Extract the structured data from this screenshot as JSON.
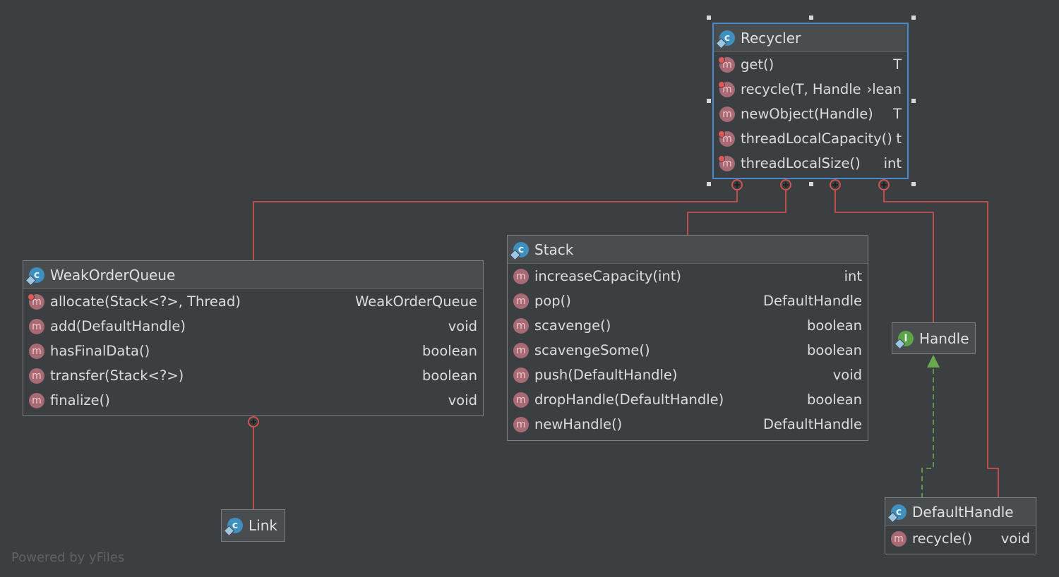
{
  "nodes": {
    "recycler": {
      "name": "Recycler",
      "icon": "class-icon",
      "methods": [
        {
          "sig": "get()",
          "ret": "T"
        },
        {
          "sig": "recycle(T, Handle)",
          "ret": "›lean"
        },
        {
          "sig": "newObject(Handle)",
          "ret": "T"
        },
        {
          "sig": "threadLocalCapacity()",
          "ret": "t"
        },
        {
          "sig": "threadLocalSize()",
          "ret": "int"
        }
      ]
    },
    "weakorderqueue": {
      "name": "WeakOrderQueue",
      "icon": "class-icon",
      "methods": [
        {
          "sig": "allocate(Stack<?>, Thread)",
          "ret": "WeakOrderQueue"
        },
        {
          "sig": "add(DefaultHandle)",
          "ret": "void"
        },
        {
          "sig": "hasFinalData()",
          "ret": "boolean"
        },
        {
          "sig": "transfer(Stack<?>)",
          "ret": "boolean"
        },
        {
          "sig": "finalize()",
          "ret": "void"
        }
      ]
    },
    "stack": {
      "name": "Stack",
      "icon": "class-icon",
      "methods": [
        {
          "sig": "increaseCapacity(int)",
          "ret": "int"
        },
        {
          "sig": "pop()",
          "ret": "DefaultHandle"
        },
        {
          "sig": "scavenge()",
          "ret": "boolean"
        },
        {
          "sig": "scavengeSome()",
          "ret": "boolean"
        },
        {
          "sig": "push(DefaultHandle)",
          "ret": "void"
        },
        {
          "sig": "dropHandle(DefaultHandle)",
          "ret": "boolean"
        },
        {
          "sig": "newHandle()",
          "ret": "DefaultHandle"
        }
      ]
    },
    "handle": {
      "name": "Handle",
      "icon": "interface-icon"
    },
    "link": {
      "name": "Link",
      "icon": "class-icon"
    },
    "defaulthandle": {
      "name": "DefaultHandle",
      "icon": "class-icon",
      "methods": [
        {
          "sig": "recycle()",
          "ret": "void"
        }
      ]
    }
  },
  "icon_glyphs": {
    "method": "m",
    "class": "c",
    "interface": "I"
  },
  "footer": "Powered by yFiles",
  "colors": {
    "background": "#3c3f41",
    "inner_class_edge": "#d9534f",
    "implements_edge": "#6aa84f",
    "selection": "#4a88c7"
  }
}
